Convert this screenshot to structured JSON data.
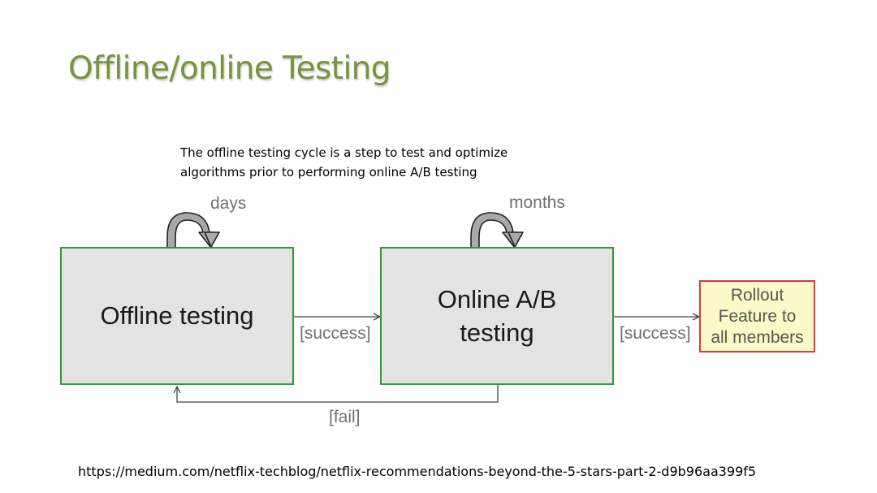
{
  "title": "Offline/online Testing",
  "caption": {
    "line1": "The offline testing cycle is a step to test and optimize",
    "line2": "algorithms prior to performing online A/B testing"
  },
  "nodes": {
    "offline": {
      "label": "Offline testing",
      "loop_label": "days"
    },
    "online": {
      "label_line1": "Online A/B",
      "label_line2": "testing",
      "loop_label": "months"
    },
    "rollout": {
      "label_line1": "Rollout",
      "label_line2": "Feature to",
      "label_line3": "all members"
    }
  },
  "edges": {
    "offline_to_online": "[success]",
    "online_to_rollout": "[success]",
    "online_to_offline": "[fail]"
  },
  "footer": "https://medium.com/netflix-techblog/netflix-recommendations-beyond-the-5-stars-part-2-d9b96aa399f5",
  "colors": {
    "title": "#77933c",
    "box_fill": "#e3e3e3",
    "box_border": "#2f9a32",
    "rollout_fill": "#fdf8c7",
    "rollout_border": "#d93a3a",
    "label_gray": "#707070"
  }
}
